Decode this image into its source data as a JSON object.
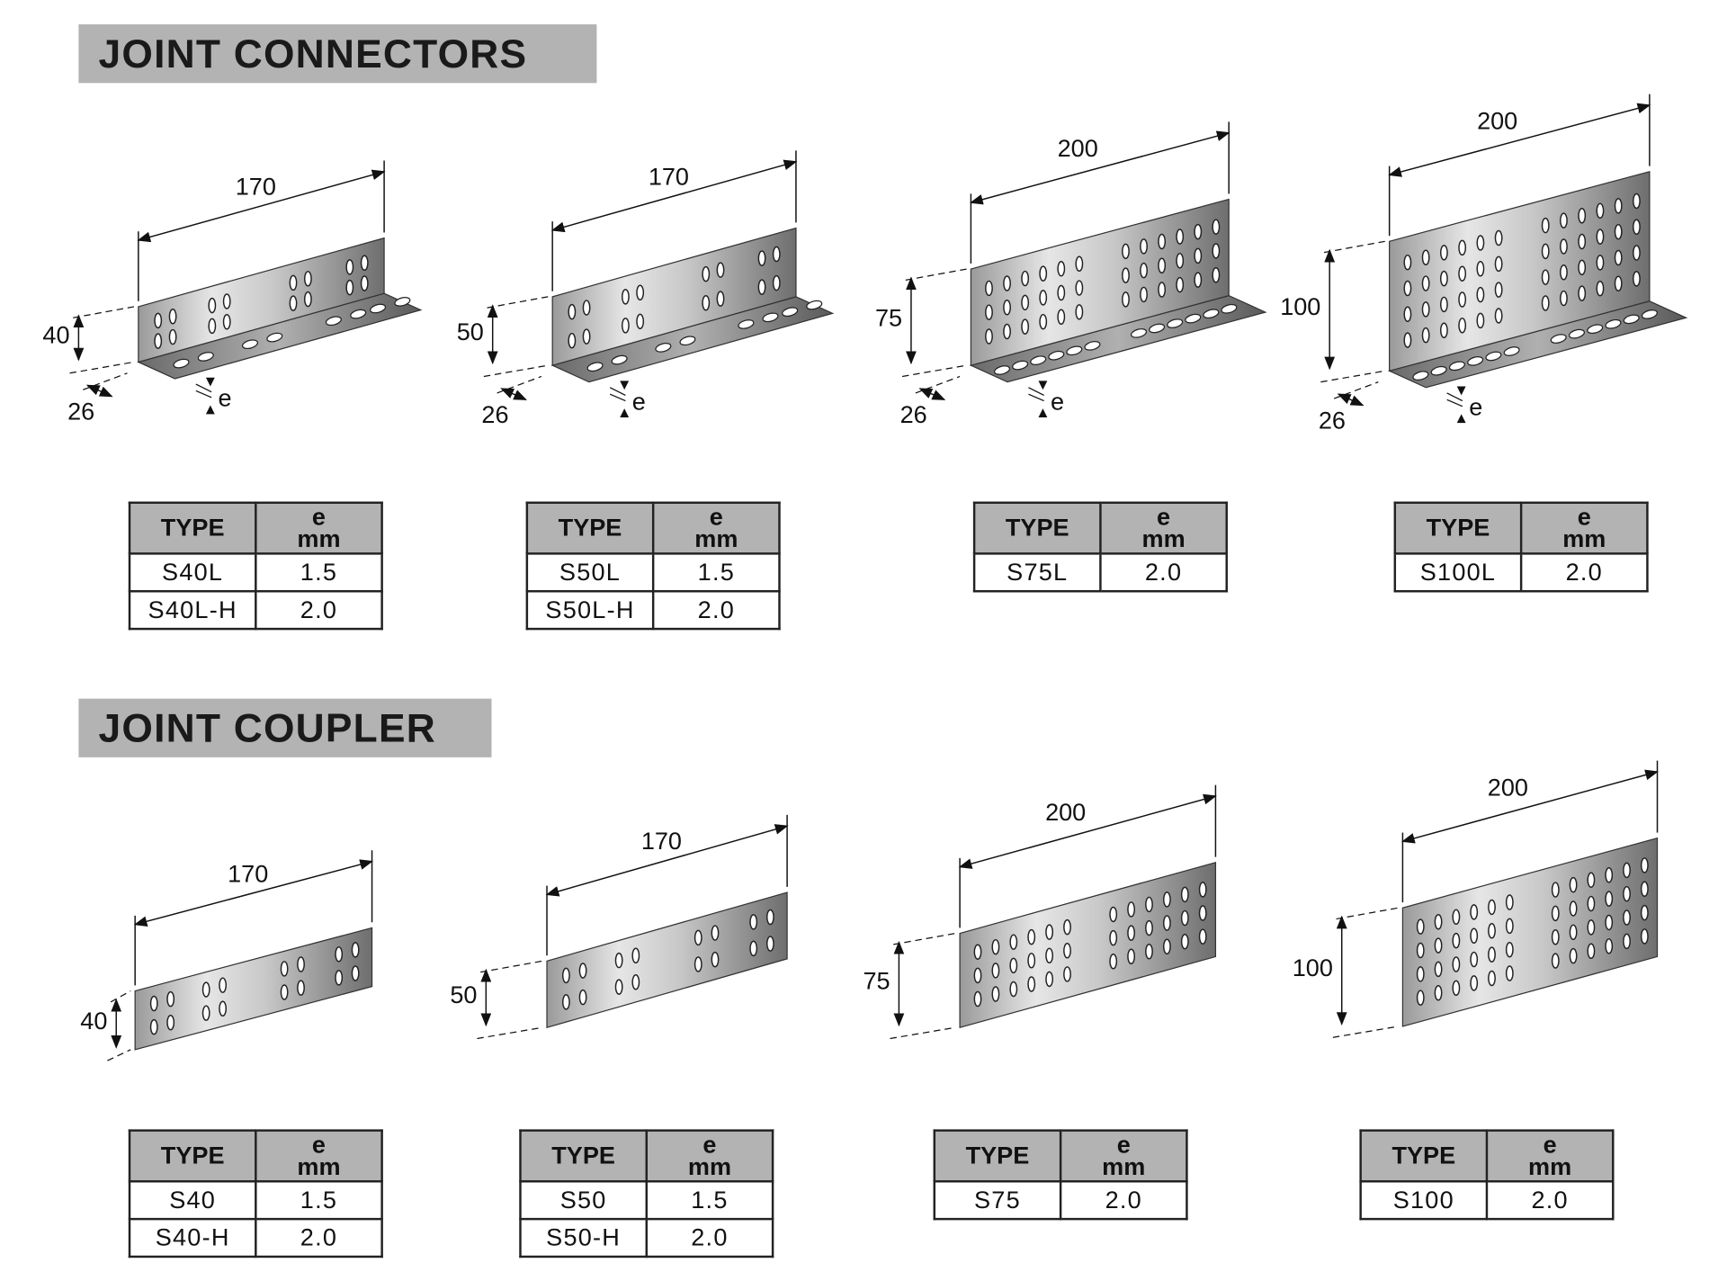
{
  "sections": [
    {
      "title": "JOINT CONNECTORS",
      "items": [
        {
          "length": "170",
          "height": "40",
          "depth": "26",
          "thickness": "e",
          "table": {
            "col1": "TYPE",
            "col2_top": "e",
            "col2_bottom": "mm",
            "rows": [
              [
                "S40L",
                "1.5"
              ],
              [
                "S40L-H",
                "2.0"
              ]
            ]
          }
        },
        {
          "length": "170",
          "height": "50",
          "depth": "26",
          "thickness": "e",
          "table": {
            "col1": "TYPE",
            "col2_top": "e",
            "col2_bottom": "mm",
            "rows": [
              [
                "S50L",
                "1.5"
              ],
              [
                "S50L-H",
                "2.0"
              ]
            ]
          }
        },
        {
          "length": "200",
          "height": "75",
          "depth": "26",
          "thickness": "e",
          "table": {
            "col1": "TYPE",
            "col2_top": "e",
            "col2_bottom": "mm",
            "rows": [
              [
                "S75L",
                "2.0"
              ]
            ]
          }
        },
        {
          "length": "200",
          "height": "100",
          "depth": "26",
          "thickness": "e",
          "table": {
            "col1": "TYPE",
            "col2_top": "e",
            "col2_bottom": "mm",
            "rows": [
              [
                "S100L",
                "2.0"
              ]
            ]
          }
        }
      ]
    },
    {
      "title": "JOINT COUPLER",
      "items": [
        {
          "length": "170",
          "height": "40",
          "table": {
            "col1": "TYPE",
            "col2_top": "e",
            "col2_bottom": "mm",
            "rows": [
              [
                "S40",
                "1.5"
              ],
              [
                "S40-H",
                "2.0"
              ]
            ]
          }
        },
        {
          "length": "170",
          "height": "50",
          "table": {
            "col1": "TYPE",
            "col2_top": "e",
            "col2_bottom": "mm",
            "rows": [
              [
                "S50",
                "1.5"
              ],
              [
                "S50-H",
                "2.0"
              ]
            ]
          }
        },
        {
          "length": "200",
          "height": "75",
          "table": {
            "col1": "TYPE",
            "col2_top": "e",
            "col2_bottom": "mm",
            "rows": [
              [
                "S75",
                "2.0"
              ]
            ]
          }
        },
        {
          "length": "200",
          "height": "100",
          "table": {
            "col1": "TYPE",
            "col2_top": "e",
            "col2_bottom": "mm",
            "rows": [
              [
                "S100",
                "2.0"
              ]
            ]
          }
        }
      ]
    }
  ]
}
